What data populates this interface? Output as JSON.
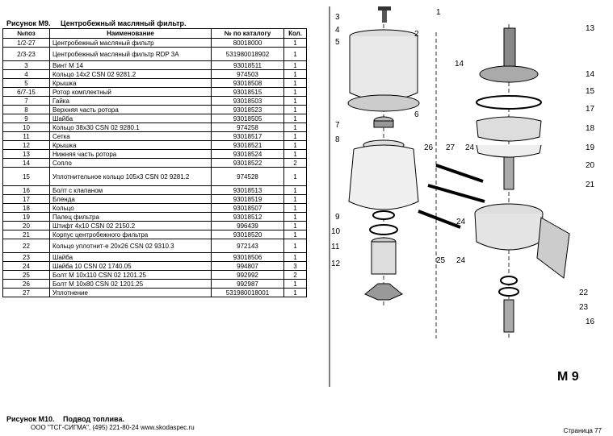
{
  "figure": {
    "label": "Рисунок М9.",
    "title": "Центробежный масляный фильтр."
  },
  "table": {
    "headers": [
      "№поз",
      "Наименование",
      "№ по каталогу",
      "Кол."
    ],
    "rows": [
      [
        "1/2-27",
        "Центробежный масляный фильтр",
        "80018000",
        "1"
      ],
      [
        "2/3-23",
        "Центробежный масляный фильтр RDP  3A",
        "531980018902",
        "1"
      ],
      [
        "3",
        "Винт М 14",
        "93018511",
        "1"
      ],
      [
        "4",
        "Кольцо 14x2  CSN 02 9281.2",
        "974503",
        "1"
      ],
      [
        "5",
        "Крышка",
        "93018508",
        "1"
      ],
      [
        "6/7-15",
        "Ротор комплектный",
        "93018515",
        "1"
      ],
      [
        "7",
        "Гайка",
        "93018503",
        "1"
      ],
      [
        "8",
        "Верхняя часть ротора",
        "93018523",
        "1"
      ],
      [
        "9",
        "Шайба",
        "93018505",
        "1"
      ],
      [
        "10",
        "Кольцо 38x30  CSN 02 9280.1",
        "974258",
        "1"
      ],
      [
        "11",
        "Сетка",
        "93018517",
        "1"
      ],
      [
        "12",
        "Крышка",
        "93018521",
        "1"
      ],
      [
        "13",
        "Нижняя часть ротора",
        "93018524",
        "1"
      ],
      [
        "14",
        "Сопло",
        "93018522",
        "2"
      ],
      [
        "15",
        "Уплотнительное кольцо 105x3  CSN 02 9281.2",
        "974528",
        "1"
      ],
      [
        "16",
        "Болт с клапаном",
        "93018513",
        "1"
      ],
      [
        "17",
        "Бленда",
        "93018519",
        "1"
      ],
      [
        "18",
        "Кольцо",
        "93018507",
        "1"
      ],
      [
        "19",
        "Палец фильтра",
        "93018512",
        "1"
      ],
      [
        "20",
        "Штифт 4x10  CSN 02 2150.2",
        "996439",
        "1"
      ],
      [
        "21",
        "Корпус центробежного фильтра",
        "93018520",
        "1"
      ],
      [
        "22",
        "Кольцо уплотнит-е 20x26  CSN 02 9310.3",
        "972143",
        "1"
      ],
      [
        "23",
        "Шайба",
        "93018506",
        "1"
      ],
      [
        "24",
        "Шайба 10  CSN 02 1740.05",
        "994807",
        "3"
      ],
      [
        "25",
        "Болт М 10x110  CSN 02 1201.25",
        "992992",
        "2"
      ],
      [
        "26",
        "Болт М 10x80  CSN 02 1201.25",
        "992987",
        "1"
      ],
      [
        "27",
        "Уплотнение",
        "531980018001",
        "1"
      ]
    ]
  },
  "drawing": {
    "callouts": [
      "1",
      "2",
      "3",
      "4",
      "5",
      "6",
      "7",
      "8",
      "9",
      "10",
      "11",
      "12",
      "13",
      "14",
      "14",
      "15",
      "16",
      "17",
      "18",
      "19",
      "20",
      "21",
      "22",
      "23",
      "24",
      "24",
      "24",
      "25",
      "26",
      "27"
    ],
    "figure_code": "M 9"
  },
  "footer": {
    "label": "Рисунок М10.",
    "title": "Подвод топлива.",
    "company": "ООО \"ТСГ-СИГМА\", (495) 221-80-24 www.skodaspec.ru",
    "page": "Страница 77"
  }
}
